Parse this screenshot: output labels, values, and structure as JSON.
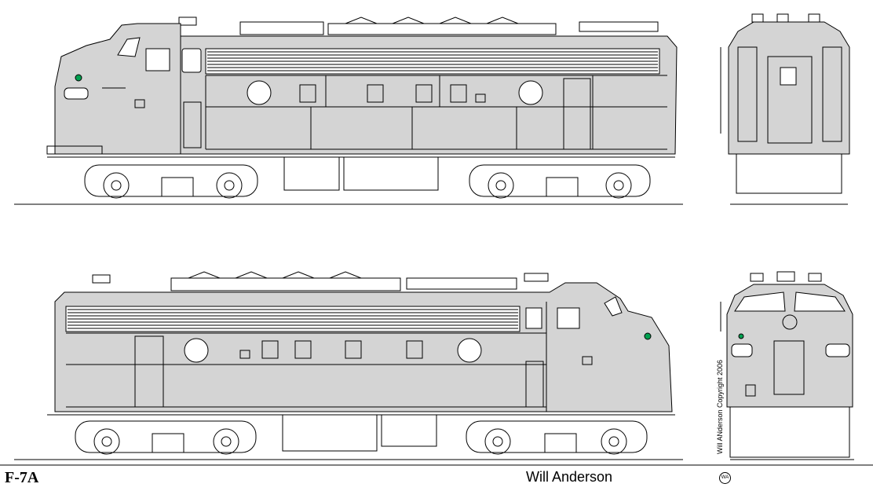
{
  "drawing": {
    "model": "F-7A",
    "artist": "Will Anderson",
    "copyright": "Will ANderson Copyright 2006",
    "logo_icon": "wa-monogram-icon",
    "stroke_color": "#000000",
    "body_fill": "#d4d4d4",
    "light_color": "#00a050"
  }
}
